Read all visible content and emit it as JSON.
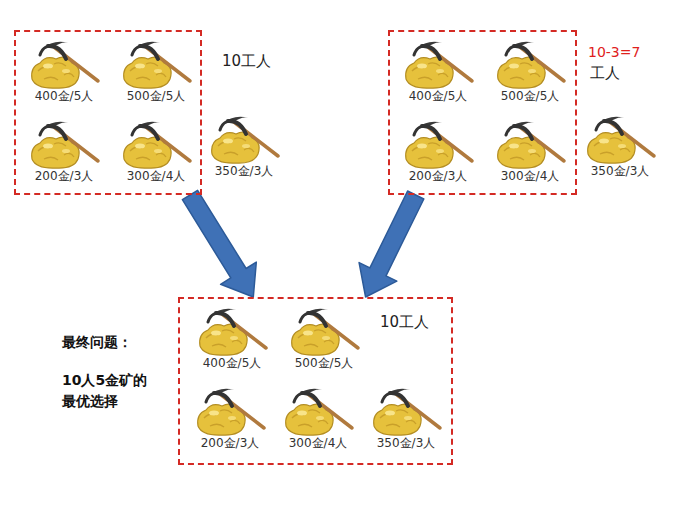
{
  "diagram": {
    "nodes": [
      {
        "text": [
          "10工人"
        ]
      },
      {
        "text": [
          "400金/5人"
        ],
        "in": 0
      },
      {
        "text": [
          "500金/5人"
        ],
        "in": 0
      },
      {
        "text": [
          "200金/3人"
        ],
        "in": 0
      },
      {
        "text": [
          "300金/4人"
        ],
        "in": 0
      },
      {
        "text": [
          "350金/3人"
        ]
      },
      {
        "text": [
          "10-3=7",
          "工人"
        ]
      },
      {
        "text": [
          "400金/5人"
        ],
        "in": 6
      },
      {
        "text": [
          "500金/5人"
        ],
        "in": 6
      },
      {
        "text": [
          "200金/3人"
        ],
        "in": 6
      },
      {
        "text": [
          "300金/4人"
        ],
        "in": 6
      },
      {
        "text": [
          "350金/3人"
        ]
      },
      {
        "text": [
          "10工人"
        ]
      },
      {
        "text": [
          "400金/5人"
        ],
        "in": 12
      },
      {
        "text": [
          "500金/5人"
        ],
        "in": 12
      },
      {
        "text": [
          "200金/3人"
        ],
        "in": 12
      },
      {
        "text": [
          "300金/4人"
        ],
        "in": 12
      },
      {
        "text": [
          "350金/3人"
        ],
        "in": 12
      }
    ],
    "edges": [
      {
        "from": 0,
        "to": 12,
        "arrow": "to"
      },
      {
        "from": 6,
        "to": 12,
        "arrow": "to"
      }
    ],
    "labels": [
      "最终问题：",
      "10人5金矿的 最优选择"
    ]
  }
}
